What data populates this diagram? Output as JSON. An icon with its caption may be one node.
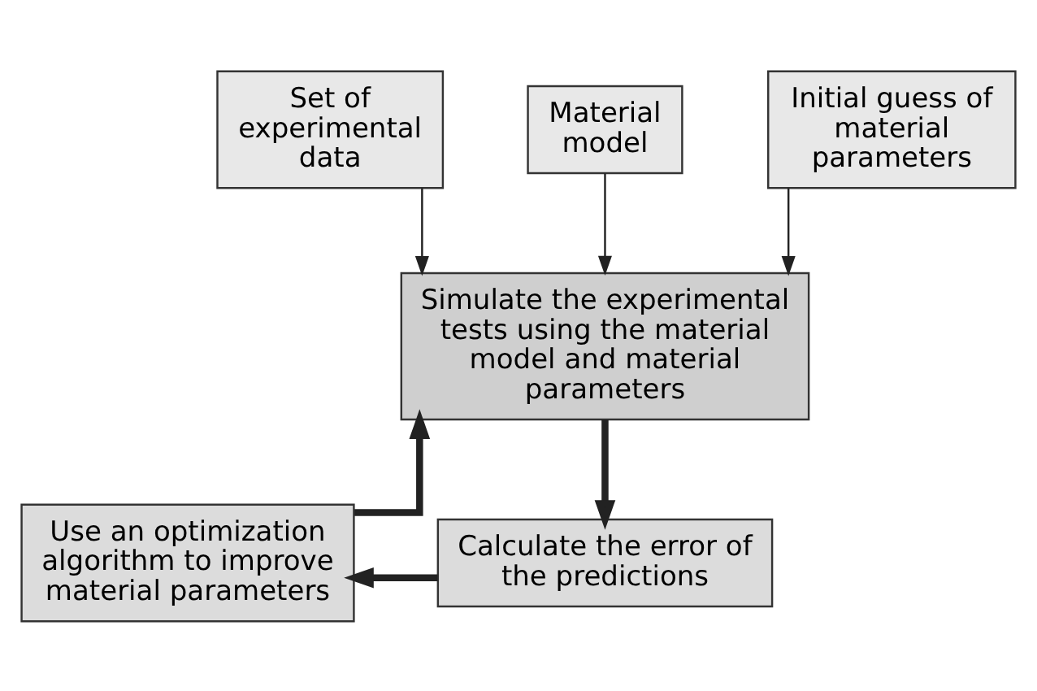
{
  "diagram": {
    "nodes": [
      {
        "text": [
          "Set of experimental data"
        ]
      },
      {
        "text": [
          "Material model"
        ]
      },
      {
        "text": [
          "Initial guess of material parameters"
        ]
      },
      {
        "text": [
          "Simulate the experimental tests using the material model and material parameters"
        ]
      },
      {
        "text": [
          "Use an optimization algorithm to improve material parameters"
        ]
      },
      {
        "text": [
          "Calculate the error of the predictions"
        ]
      }
    ],
    "edges": [
      {
        "from": 0,
        "to": 3,
        "arrow": "to"
      },
      {
        "from": 1,
        "to": 3,
        "arrow": "to"
      },
      {
        "from": 2,
        "to": 3,
        "arrow": "to"
      },
      {
        "from": 3,
        "to": 5,
        "arrow": "to",
        "style": "thick"
      },
      {
        "from": 5,
        "to": 4,
        "arrow": "to",
        "style": "thick"
      },
      {
        "from": 4,
        "to": 3,
        "arrow": "to",
        "style": "thick"
      }
    ]
  }
}
